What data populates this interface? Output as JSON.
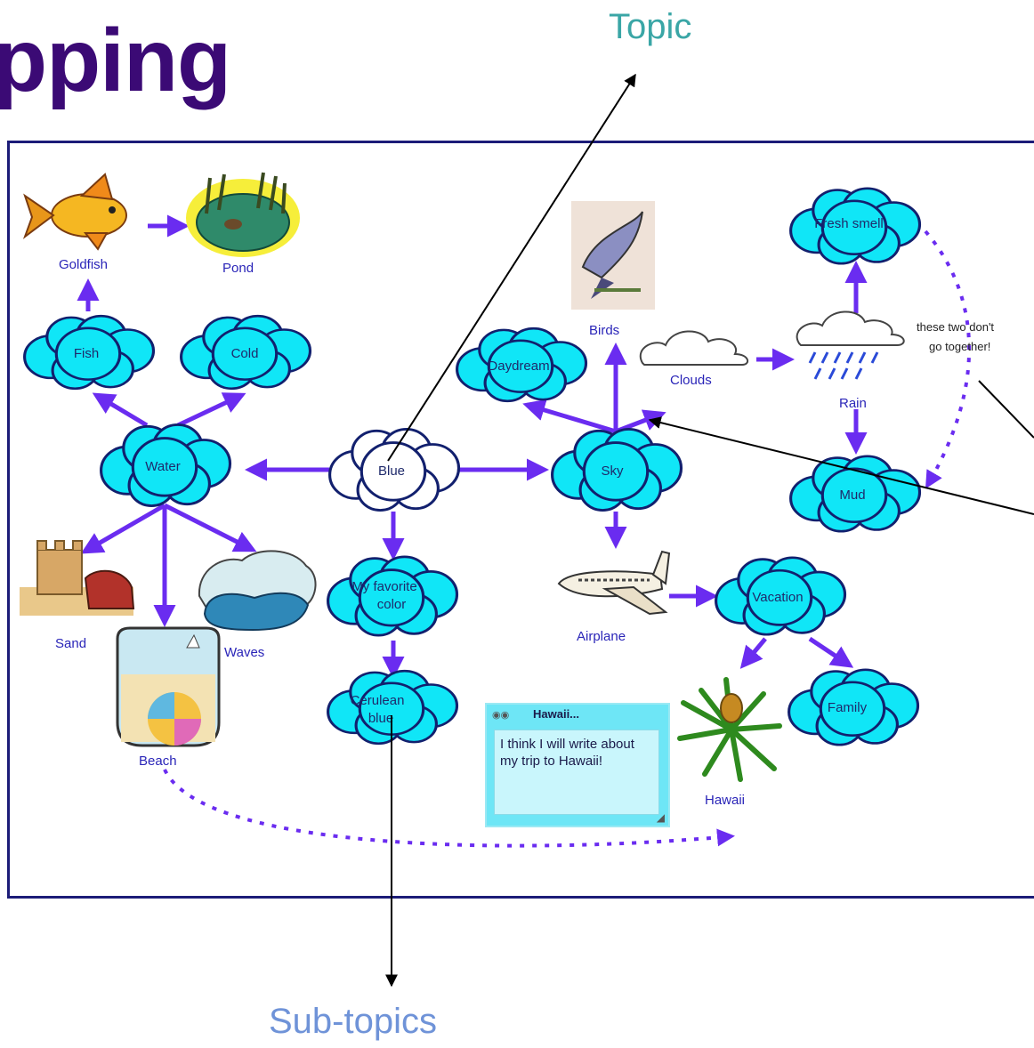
{
  "title": "pping",
  "annotations": {
    "topic": "Topic",
    "subtopics": "Sub-topics"
  },
  "clouds": {
    "blue": "Blue",
    "water": "Water",
    "sky": "Sky",
    "fish": "Fish",
    "cold": "Cold",
    "daydream": "Daydream",
    "favorite": [
      "My favorite",
      "color"
    ],
    "cerulean": [
      "Cerulean",
      "blue"
    ],
    "fresh_smell": "Fresh smell",
    "mud": "Mud",
    "vacation": "Vacation",
    "family": "Family"
  },
  "picture_labels": {
    "goldfish": "Goldfish",
    "pond": "Pond",
    "birds": "Birds",
    "clouds": "Clouds",
    "rain": "Rain",
    "sand": "Sand",
    "waves": "Waves",
    "beach": "Beach",
    "airplane": "Airplane",
    "hawaii": "Hawaii"
  },
  "comment": [
    "these two don't",
    "go together!"
  ],
  "note": {
    "title": "Hawaii...",
    "body": "I think I will write about my trip to Hawaii!"
  },
  "colors": {
    "cloud_fill": "#10e6f7",
    "arrow": "#6a2cf0",
    "title": "#3b0a75"
  }
}
